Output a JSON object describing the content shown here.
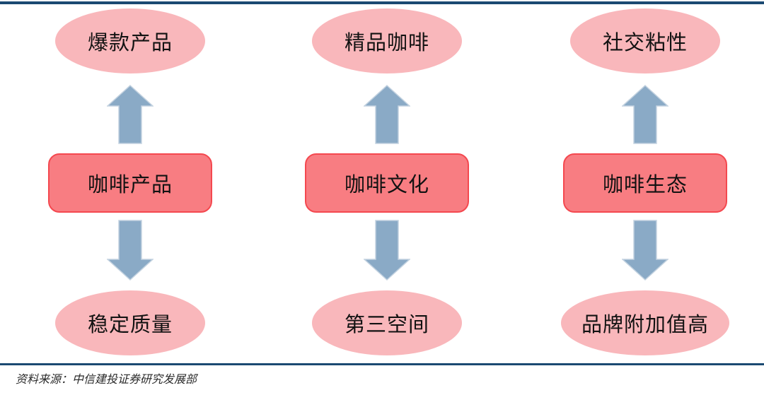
{
  "colors": {
    "rule": "#1b4a72",
    "ellipse_fill": "#f9b7bb",
    "box_fill": "#f87d82",
    "box_border": "#f4484f",
    "arrow_fill": "#8aaac6",
    "arrow_stroke": "#c3d2e0",
    "node_text": "#121212",
    "source_text": "#2a2a2a"
  },
  "icons": {
    "up_arrow": "block-arrow-up",
    "down_arrow": "block-arrow-down"
  },
  "diagram": {
    "columns": [
      {
        "top_label": "爆款产品",
        "center_label": "咖啡产品",
        "bottom_label": "稳定质量"
      },
      {
        "top_label": "精品咖啡",
        "center_label": "咖啡文化",
        "bottom_label": "第三空间"
      },
      {
        "top_label": "社交粘性",
        "center_label": "咖啡生态",
        "bottom_label": "品牌附加值高"
      }
    ]
  },
  "footer": {
    "source_note": "资料来源：中信建投证券研究发展部"
  }
}
